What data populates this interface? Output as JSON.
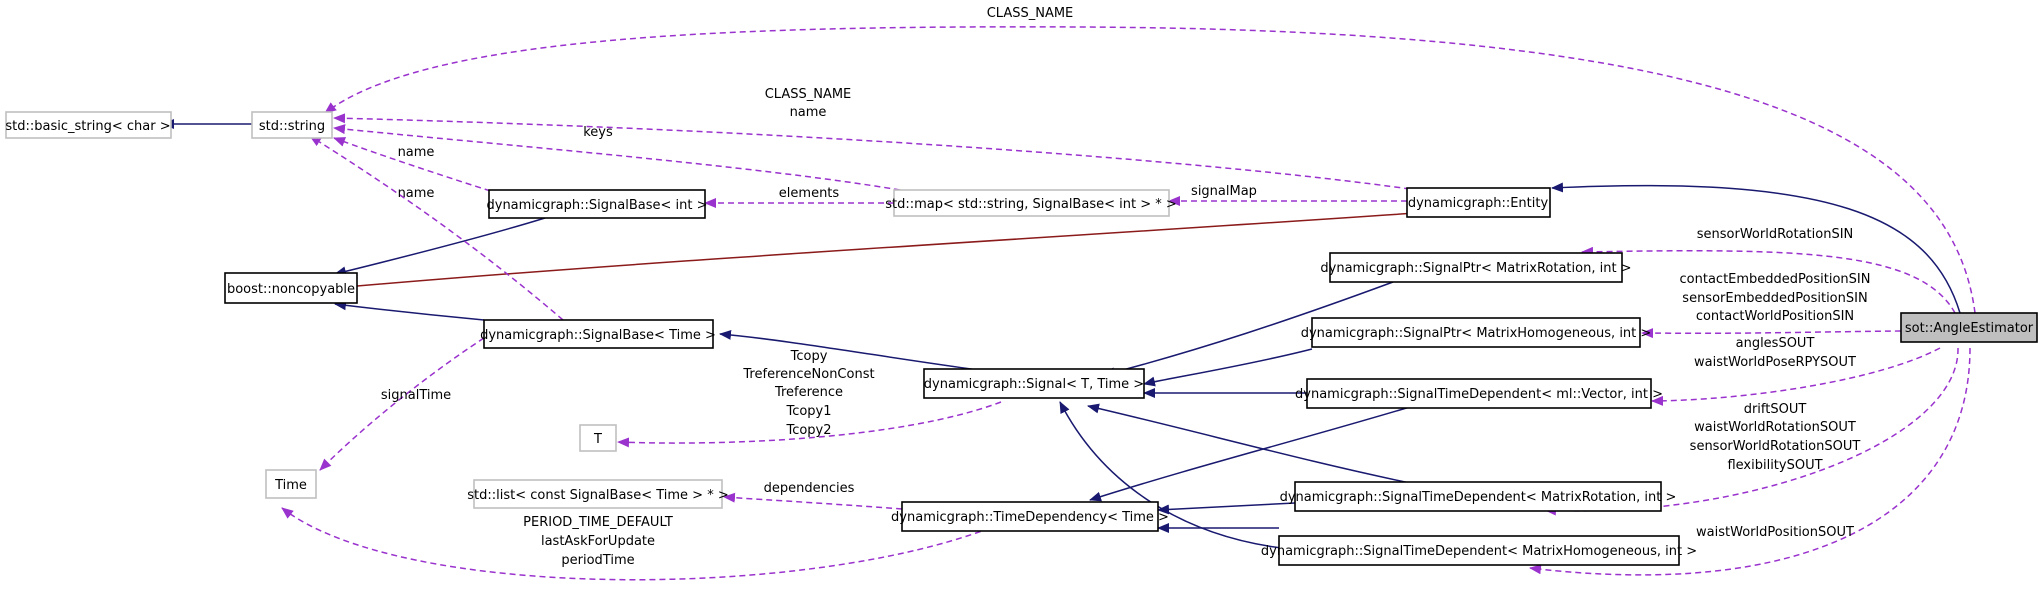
{
  "colors": {
    "inheritance_edge": "#191970",
    "private_inheritance_edge": "#8b1a1a",
    "usage_edge": "#9a32cd",
    "focus_node_fill": "#bfbfbf",
    "documented_node_border": "#000000",
    "undocumented_node_border": "#bfbfbf"
  },
  "nodes": {
    "basic_string": "std::basic_string< char >",
    "string": "std::string",
    "noncopyable": "boost::noncopyable",
    "T": "T",
    "time": "Time",
    "signalbase_int": "dynamicgraph::SignalBase< int >",
    "signalbase_time": "dynamicgraph::SignalBase< Time >",
    "list": "std::list< const SignalBase< Time > * >",
    "signal": "dynamicgraph::Signal< T, Time >",
    "timedep": "dynamicgraph::TimeDependency< Time >",
    "map": "std::map< std::string, SignalBase< int > * >",
    "entity": "dynamicgraph::Entity",
    "ptr_rotation": "dynamicgraph::SignalPtr< MatrixRotation, int >",
    "ptr_homogeneous": "dynamicgraph::SignalPtr< MatrixHomogeneous, int >",
    "std_vector": "dynamicgraph::SignalTimeDependent< ml::Vector, int >",
    "std_rotation": "dynamicgraph::SignalTimeDependent< MatrixRotation, int >",
    "std_homogeneous": "dynamicgraph::SignalTimeDependent< MatrixHomogeneous, int >",
    "angle_estimator": "sot::AngleEstimator"
  },
  "edge_labels": {
    "class_name_top": "CLASS_NAME",
    "entity_to_string": [
      "CLASS_NAME",
      "name"
    ],
    "keys": "keys",
    "signalbase_int_name": "name",
    "signalbase_time_name": "name",
    "elements": "elements",
    "signal_map": "signalMap",
    "signal_time": "signalTime",
    "signal_to_T": [
      "Tcopy",
      "TreferenceNonConst",
      "Treference",
      "Tcopy1",
      "Tcopy2"
    ],
    "dependencies": "dependencies",
    "timedep_to_time": [
      "PERIOD_TIME_DEFAULT",
      "lastAskForUpdate",
      "periodTime"
    ],
    "sensor_world_rotation_sin": "sensorWorldRotationSIN",
    "homogeneous_inputs": [
      "contactEmbeddedPositionSIN",
      "sensorEmbeddedPositionSIN",
      "contactWorldPositionSIN"
    ],
    "vector_outputs": [
      "anglesSOUT",
      "waistWorldPoseRPYSOUT"
    ],
    "rotation_outputs": [
      "driftSOUT",
      "waistWorldRotationSOUT",
      "sensorWorldRotationSOUT",
      "flexibilitySOUT"
    ],
    "waist_world_position_sout": "waistWorldPositionSOUT"
  }
}
